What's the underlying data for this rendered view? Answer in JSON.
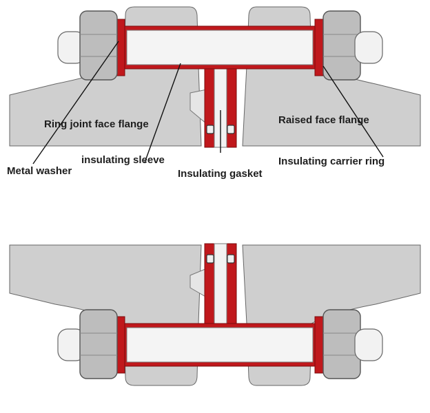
{
  "labels": {
    "ring_joint_face_flange": "Ring joint face flange",
    "raised_face_flange": "Raised face flange",
    "insulating_sleeve": "insulating sleeve",
    "metal_washer": "Metal washer",
    "insulating_carrier_ring": "Insulating carrier ring",
    "insulating_gasket": "Insulating gasket"
  },
  "colors": {
    "flange_grey": "#cfcfcf",
    "outline": "#555555",
    "insulation_red": "#c0181c",
    "bolt_white": "#f4f4f4",
    "nut_grey": "#b9b9b9",
    "leader_line": "#111111"
  }
}
